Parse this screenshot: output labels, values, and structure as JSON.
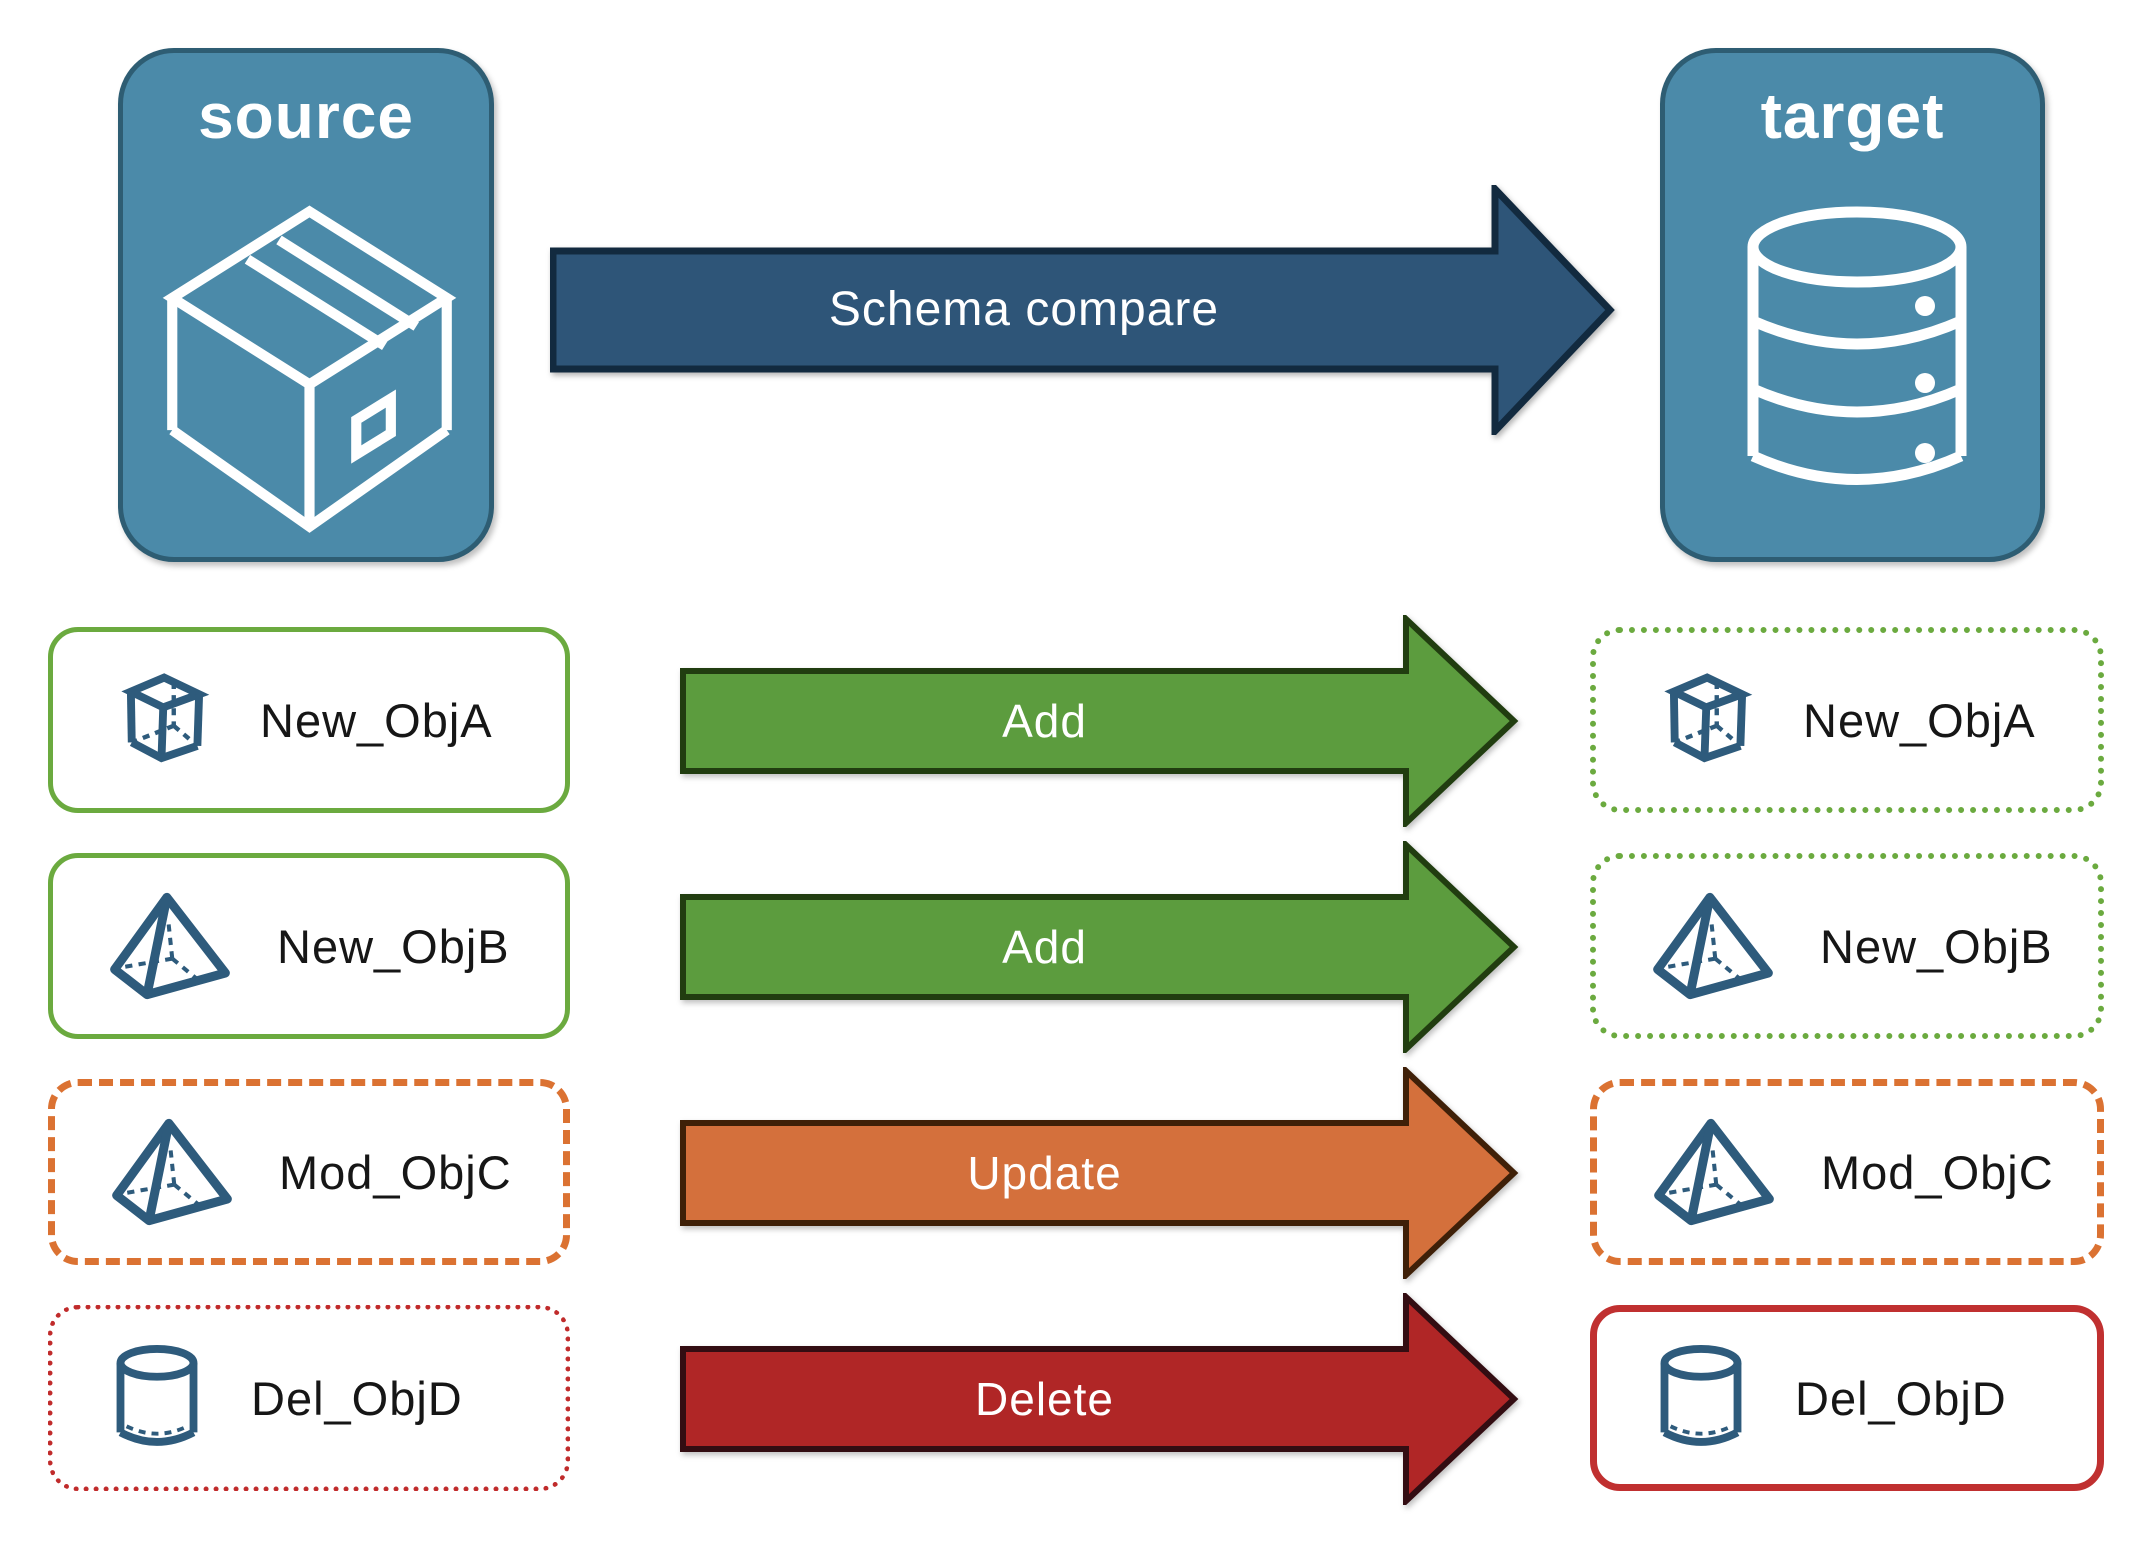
{
  "header": {
    "source": {
      "label": "source",
      "icon": "package-icon"
    },
    "target": {
      "label": "target",
      "icon": "database-icon"
    },
    "compare_arrow": {
      "label": "Schema compare",
      "color": "#2E5578"
    }
  },
  "rows": [
    {
      "source": {
        "label": "New_ObjA",
        "icon": "cube-icon",
        "border": "solid-green"
      },
      "action": {
        "label": "Add",
        "color": "#5C9C3E"
      },
      "target": {
        "label": "New_ObjA",
        "icon": "cube-icon",
        "border": "dotted-green"
      }
    },
    {
      "source": {
        "label": "New_ObjB",
        "icon": "pyramid-icon",
        "border": "solid-green"
      },
      "action": {
        "label": "Add",
        "color": "#5C9C3E"
      },
      "target": {
        "label": "New_ObjB",
        "icon": "pyramid-icon",
        "border": "dotted-green"
      }
    },
    {
      "source": {
        "label": "Mod_ObjC",
        "icon": "pyramid-icon",
        "border": "dashed-orange"
      },
      "action": {
        "label": "Update",
        "color": "#D4703C"
      },
      "target": {
        "label": "Mod_ObjC",
        "icon": "pyramid-icon",
        "border": "dashed-orange"
      }
    },
    {
      "source": {
        "label": "Del_ObjD",
        "icon": "cylinder-icon",
        "border": "dotted-red"
      },
      "action": {
        "label": "Delete",
        "color": "#B02626"
      },
      "target": {
        "label": "Del_ObjD",
        "icon": "cylinder-icon",
        "border": "solid-red"
      }
    }
  ],
  "colors": {
    "panel_fill": "#4B8AA9",
    "panel_border": "#2E5D73",
    "compare_arrow_fill": "#2E5578",
    "add_green": "#5C9C3E",
    "update_orange": "#D4703C",
    "delete_red": "#B02626",
    "border_green": "#6BAA3F",
    "border_orange": "#DB7232",
    "border_red": "#C02B2B",
    "object_icon_blue": "#2E5B7C"
  }
}
